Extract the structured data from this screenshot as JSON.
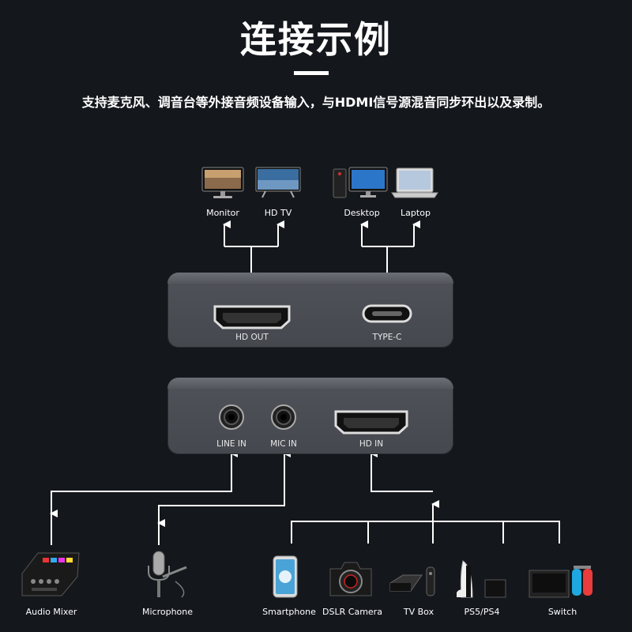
{
  "header": {
    "title": "连接示例",
    "subtitle": "支持麦克风、调音台等外接音频设备输入，与HDMI信号源混音同步环出以及录制。"
  },
  "outputs": [
    {
      "label": "Monitor",
      "icon": "monitor-icon"
    },
    {
      "label": "HD TV",
      "icon": "tv-icon"
    },
    {
      "label": "Desktop",
      "icon": "desktop-icon"
    },
    {
      "label": "Laptop",
      "icon": "laptop-icon"
    }
  ],
  "top_ports": [
    {
      "label": "HD OUT"
    },
    {
      "label": "TYPE-C"
    }
  ],
  "bottom_ports": [
    {
      "label": "LINE IN"
    },
    {
      "label": "MIC IN"
    },
    {
      "label": "HD IN"
    }
  ],
  "inputs": [
    {
      "label": "Audio Mixer",
      "icon": "audio-mixer-icon"
    },
    {
      "label": "Microphone",
      "icon": "microphone-icon"
    },
    {
      "label": "Smartphone",
      "icon": "smartphone-icon"
    },
    {
      "label": "DSLR Camera",
      "icon": "camera-icon"
    },
    {
      "label": "TV Box",
      "icon": "tv-box-icon"
    },
    {
      "label": "PS5/PS4",
      "icon": "console-icon"
    },
    {
      "label": "Switch",
      "icon": "switch-icon"
    }
  ],
  "colors": {
    "background": "#14171c",
    "device_body": "#4a4d53",
    "line": "#ffffff"
  }
}
